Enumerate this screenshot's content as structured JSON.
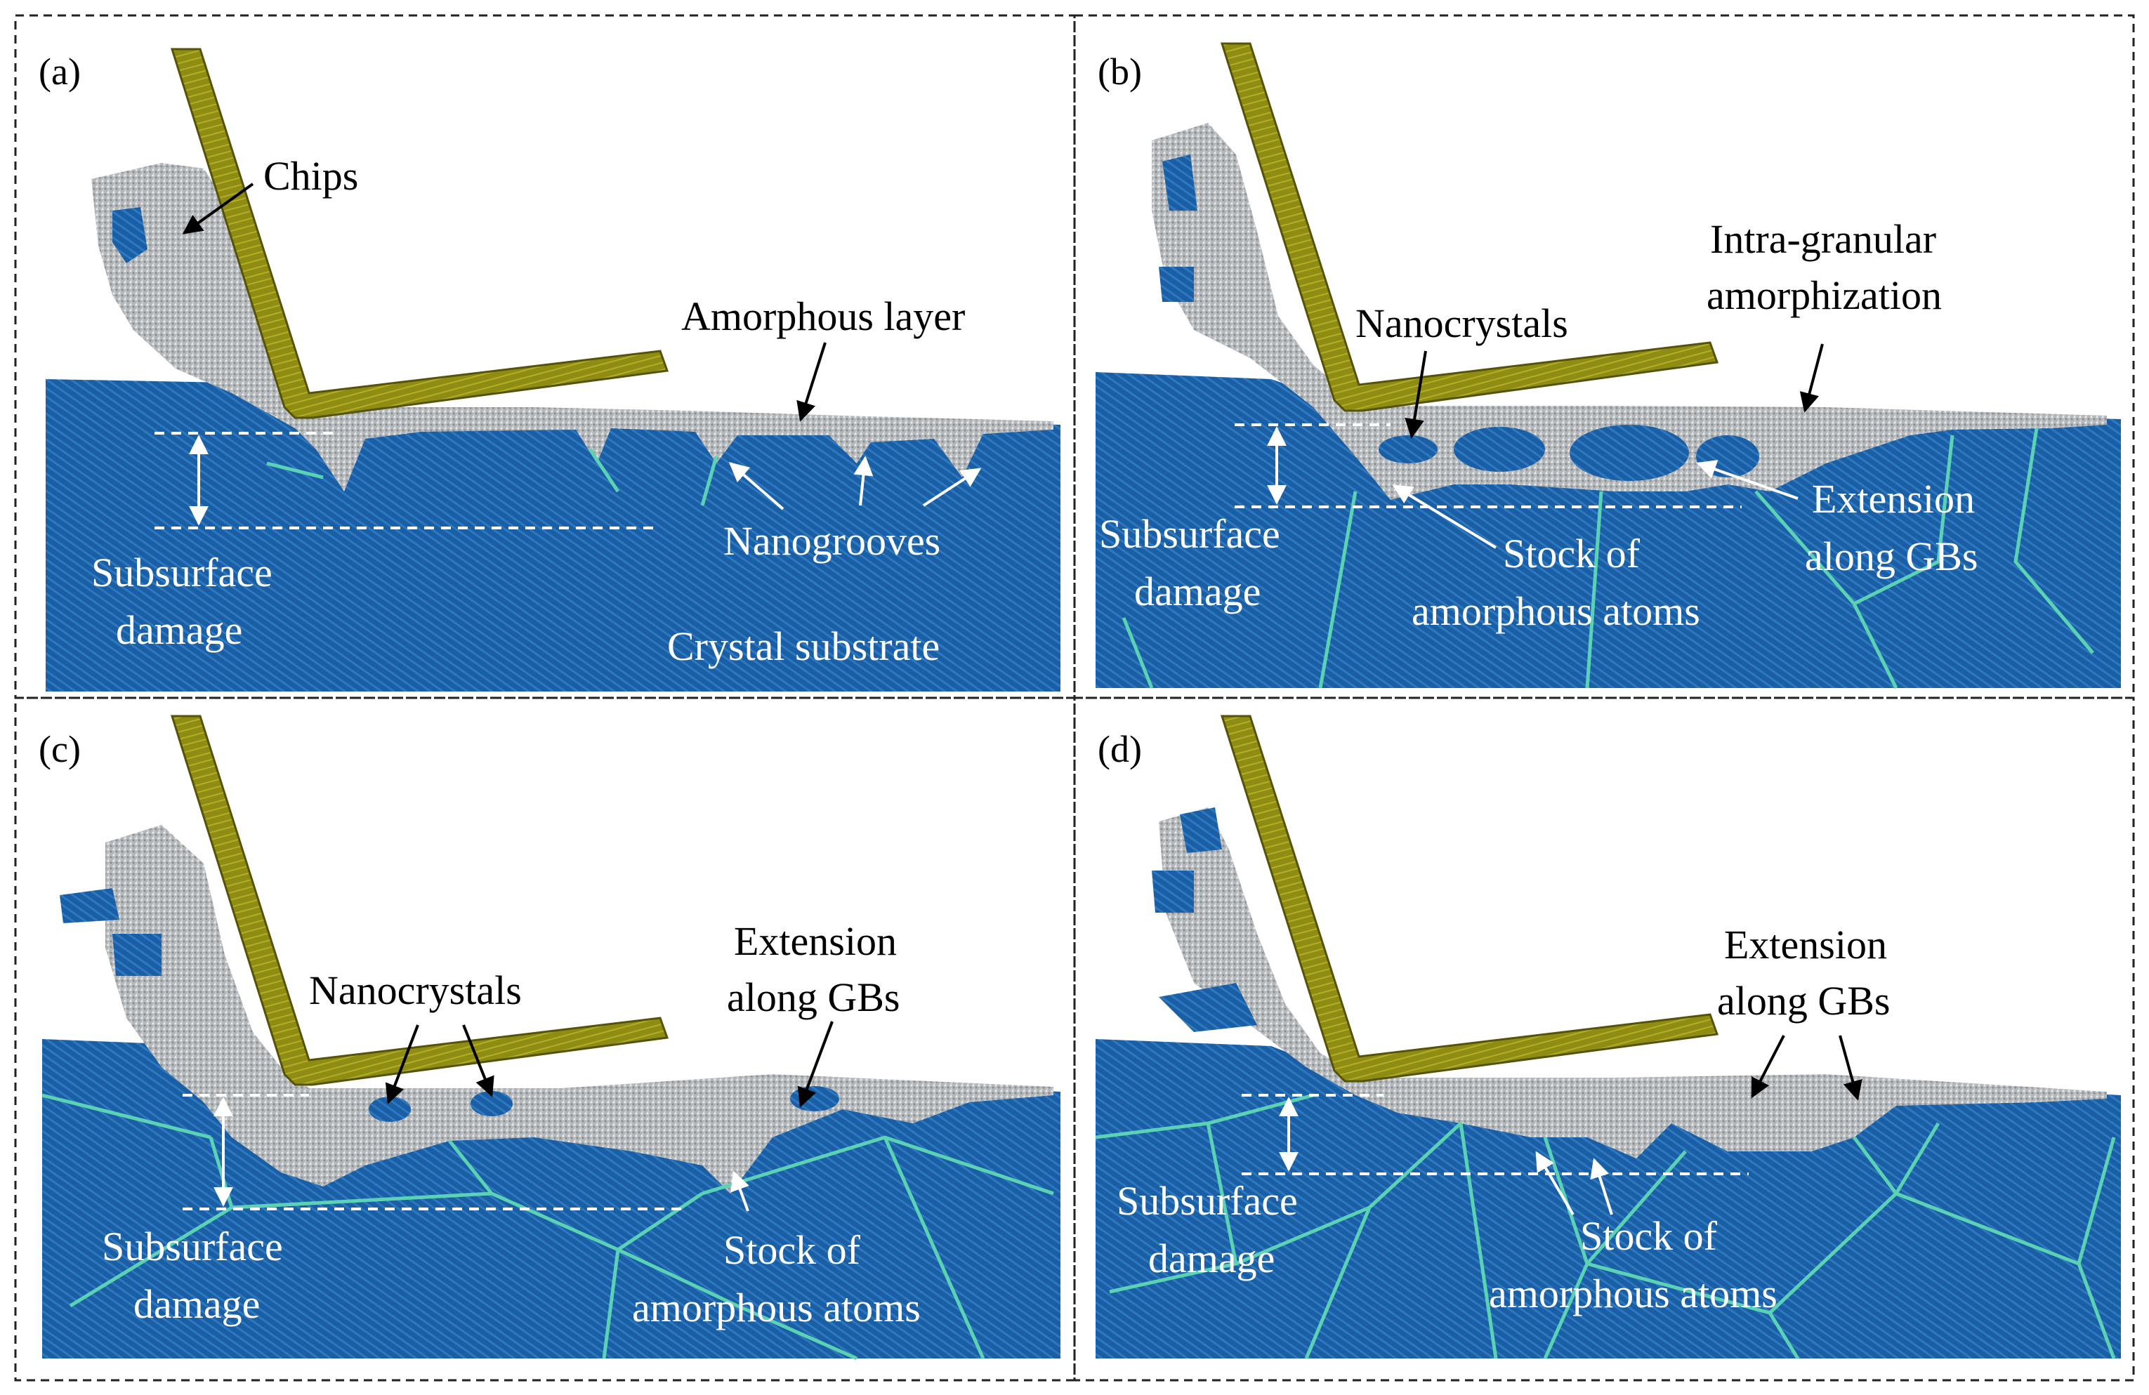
{
  "panels": [
    {
      "id": "a",
      "label": "(a)",
      "annotations": [
        {
          "key": "chips",
          "lines": [
            "Chips"
          ]
        },
        {
          "key": "amorphous",
          "lines": [
            "Amorphous layer"
          ]
        },
        {
          "key": "nanogrooves",
          "lines": [
            "Nanogrooves"
          ]
        },
        {
          "key": "subsurface",
          "lines": [
            "Subsurface",
            "damage"
          ]
        },
        {
          "key": "crystal",
          "lines": [
            "Crystal substrate"
          ]
        }
      ]
    },
    {
      "id": "b",
      "label": "(b)",
      "annotations": [
        {
          "key": "intragranular",
          "lines": [
            "Intra-granular",
            "amorphization"
          ]
        },
        {
          "key": "nanocrystals",
          "lines": [
            "Nanocrystals"
          ]
        },
        {
          "key": "extension",
          "lines": [
            "Extension",
            "along GBs"
          ]
        },
        {
          "key": "subsurface",
          "lines": [
            "Subsurface",
            "damage"
          ]
        },
        {
          "key": "stock",
          "lines": [
            "Stock of",
            "amorphous atoms"
          ]
        }
      ]
    },
    {
      "id": "c",
      "label": "(c)",
      "annotations": [
        {
          "key": "extension",
          "lines": [
            "Extension",
            "along GBs"
          ]
        },
        {
          "key": "nanocrystals",
          "lines": [
            "Nanocrystals"
          ]
        },
        {
          "key": "subsurface",
          "lines": [
            "Subsurface",
            "damage"
          ]
        },
        {
          "key": "stock",
          "lines": [
            "Stock of",
            "amorphous atoms"
          ]
        }
      ]
    },
    {
      "id": "d",
      "label": "(d)",
      "annotations": [
        {
          "key": "extension",
          "lines": [
            "Extension",
            "along GBs"
          ]
        },
        {
          "key": "subsurface",
          "lines": [
            "Subsurface",
            "damage"
          ]
        },
        {
          "key": "stock",
          "lines": [
            "Stock of",
            "amorphous atoms"
          ]
        }
      ]
    }
  ],
  "colors": {
    "crystal": "#1a5fa6",
    "grain_boundary": "#5bd2b3",
    "amorphous": "#b9bcbf",
    "tool": "#8f8c14",
    "tool_edge": "#55530a",
    "frame": "#222222"
  }
}
